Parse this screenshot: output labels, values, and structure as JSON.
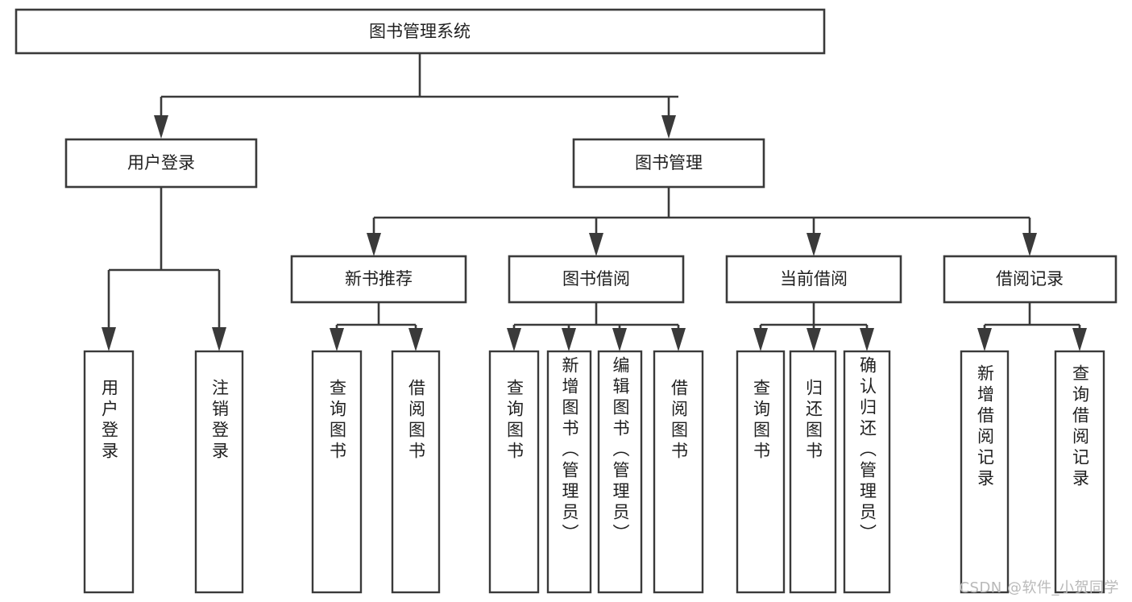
{
  "diagram": {
    "kind": "tree-hierarchy-chart",
    "title": "图书管理系统",
    "watermark": "CSDN @软件_小贺同学",
    "colors": {
      "background": "#ffffff",
      "stroke": "#3a3a3a",
      "text": "#1f1f1f",
      "watermark": "#b9b9b9"
    },
    "root": {
      "label": "图书管理系统"
    },
    "level1": [
      {
        "label": "用户登录"
      },
      {
        "label": "图书管理"
      }
    ],
    "level2": [
      {
        "label": "新书推荐"
      },
      {
        "label": "图书借阅"
      },
      {
        "label": "当前借阅"
      },
      {
        "label": "借阅记录"
      }
    ],
    "leaves": {
      "user_login": [
        {
          "label": "用户登录"
        },
        {
          "label": "注销登录"
        }
      ],
      "new_book_recommend": [
        {
          "label": "查询图书"
        },
        {
          "label": "借阅图书"
        }
      ],
      "book_borrow": [
        {
          "label": "查询图书"
        },
        {
          "label": "新增图书（管理员）"
        },
        {
          "label": "编辑图书（管理员）"
        },
        {
          "label": "借阅图书"
        }
      ],
      "current_borrow": [
        {
          "label": "查询图书"
        },
        {
          "label": "归还图书"
        },
        {
          "label": "确认归还（管理员）"
        }
      ],
      "borrow_record": [
        {
          "label": "新增借阅记录"
        },
        {
          "label": "查询借阅记录"
        }
      ]
    }
  }
}
